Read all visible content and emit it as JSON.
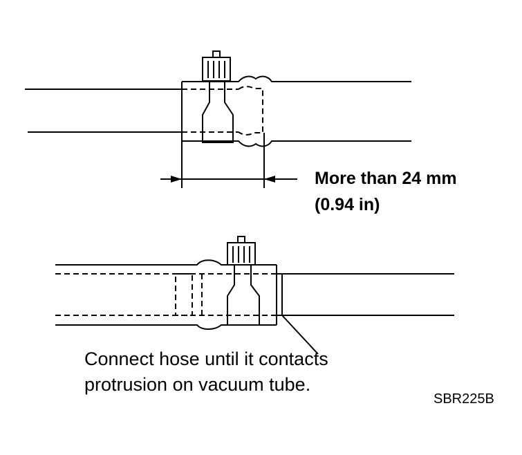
{
  "figure": {
    "dimension": {
      "line1": "More than 24 mm",
      "line2": "(0.94 in)"
    },
    "instruction": {
      "line1": "Connect hose until it contacts",
      "line2": "protrusion on vacuum tube."
    },
    "reference_code": "SBR225B"
  }
}
